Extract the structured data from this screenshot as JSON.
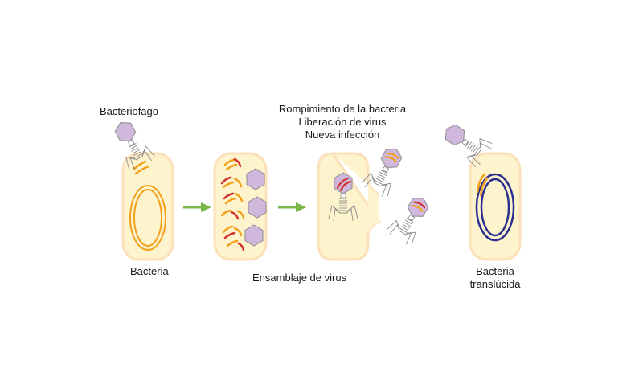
{
  "labels": {
    "bacteriophage": "Bacteriofago",
    "bacterium": "Bacteria",
    "assembly": "Ensamblaje de virus",
    "lysis_line1": "Rompimiento de la bacteria",
    "lysis_line2": "Liberación de virus",
    "lysis_line3": "Nueva infección",
    "translucent_line1": "Bacteria",
    "translucent_line2": "translúcida"
  },
  "colors": {
    "cell_fill": "#fdf3cd",
    "cell_stroke": "#fbe0b8",
    "dna_orange": "#f3a11c",
    "dna_red": "#d1312a",
    "capsid_fill": "#cfb8dc",
    "capsid_stroke": "#8c8c8c",
    "tail": "#8a8a8a",
    "arrow": "#7ab648",
    "plasmid_blue": "#2a2f8f"
  }
}
